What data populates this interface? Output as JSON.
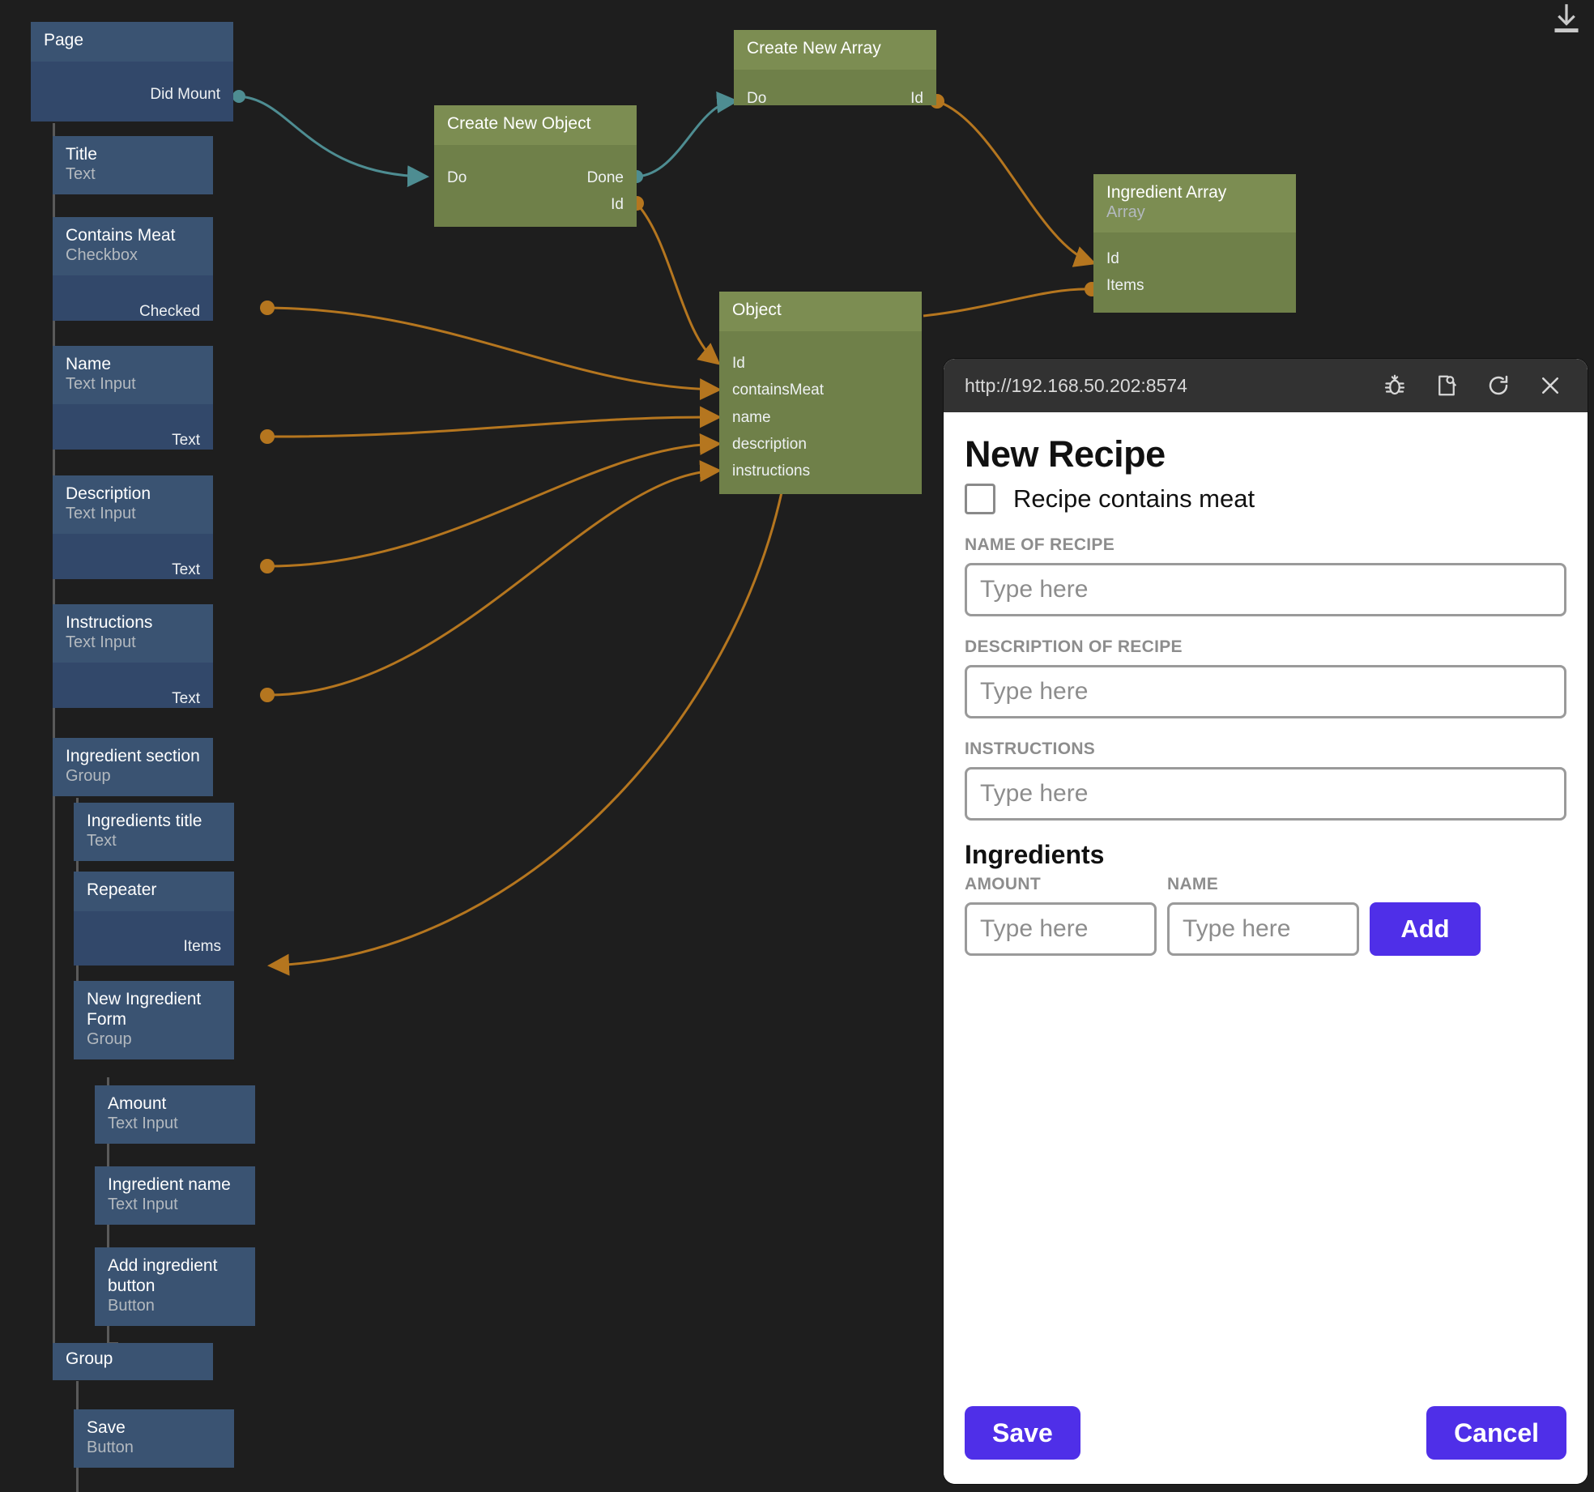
{
  "app": {
    "canvas_bg": "#1e1e1e",
    "download_icon": "download-icon"
  },
  "tree": {
    "nodes": [
      {
        "name": "Page",
        "type": "",
        "ports": [
          {
            "label": "Did Mount",
            "side": "right",
            "color": "#4e8d92"
          }
        ]
      },
      {
        "name": "Title",
        "type": "Text",
        "ports": []
      },
      {
        "name": "Contains Meat",
        "type": "Checkbox",
        "ports": [
          {
            "label": "Checked",
            "side": "right",
            "color": "#b5761f"
          }
        ]
      },
      {
        "name": "Name",
        "type": "Text Input",
        "ports": [
          {
            "label": "Text",
            "side": "right",
            "color": "#b5761f"
          }
        ]
      },
      {
        "name": "Description",
        "type": "Text Input",
        "ports": [
          {
            "label": "Text",
            "side": "right",
            "color": "#b5761f"
          }
        ]
      },
      {
        "name": "Instructions",
        "type": "Text Input",
        "ports": [
          {
            "label": "Text",
            "side": "right",
            "color": "#b5761f"
          }
        ]
      },
      {
        "name": "Ingredient section",
        "type": "Group",
        "ports": []
      },
      {
        "name": "Ingredients title",
        "type": "Text",
        "ports": []
      },
      {
        "name": "Repeater",
        "type": "",
        "ports": [
          {
            "label": "Items",
            "side": "right",
            "color": "#b5761f"
          }
        ]
      },
      {
        "name": "New Ingredient Form",
        "type": "Group",
        "ports": []
      },
      {
        "name": "Amount",
        "type": "Text Input",
        "ports": []
      },
      {
        "name": "Ingredient name",
        "type": "Text Input",
        "ports": []
      },
      {
        "name": "Add ingredient button",
        "type": "Button",
        "ports": []
      },
      {
        "name": "Group",
        "type": "",
        "ports": []
      },
      {
        "name": "Save",
        "type": "Button",
        "ports": []
      }
    ]
  },
  "logic": {
    "nodes": [
      {
        "name": "Create New Object",
        "type": "",
        "in": [
          "Do"
        ],
        "out": [
          "Done",
          "Id"
        ]
      },
      {
        "name": "Create New Array",
        "type": "",
        "in": [
          "Do"
        ],
        "out": [
          "Id"
        ]
      },
      {
        "name": "Ingredient Array",
        "type": "Array",
        "in": [
          "Id",
          "Items"
        ],
        "out": []
      },
      {
        "name": "Object",
        "type": "",
        "in": [
          "Id",
          "containsMeat",
          "name",
          "description",
          "instructions"
        ],
        "out": []
      }
    ]
  },
  "preview": {
    "url": "http://192.168.50.202:8574",
    "header_icons": [
      "bug-icon",
      "inspect-page-icon",
      "reload-icon",
      "close-icon"
    ],
    "page_title": "New Recipe",
    "checkbox": {
      "label": "Recipe contains meat",
      "checked": false
    },
    "fields": [
      {
        "label": "NAME OF RECIPE",
        "placeholder": "Type here",
        "value": ""
      },
      {
        "label": "DESCRIPTION OF RECIPE",
        "placeholder": "Type here",
        "value": ""
      },
      {
        "label": "INSTRUCTIONS",
        "placeholder": "Type here",
        "value": ""
      }
    ],
    "ingredients": {
      "heading": "Ingredients",
      "amount_label": "AMOUNT",
      "amount_placeholder": "Type here",
      "name_label": "NAME",
      "name_placeholder": "Type here",
      "add_label": "Add"
    },
    "footer": {
      "save_label": "Save",
      "cancel_label": "Cancel"
    },
    "accent": "#4f2fe8"
  }
}
